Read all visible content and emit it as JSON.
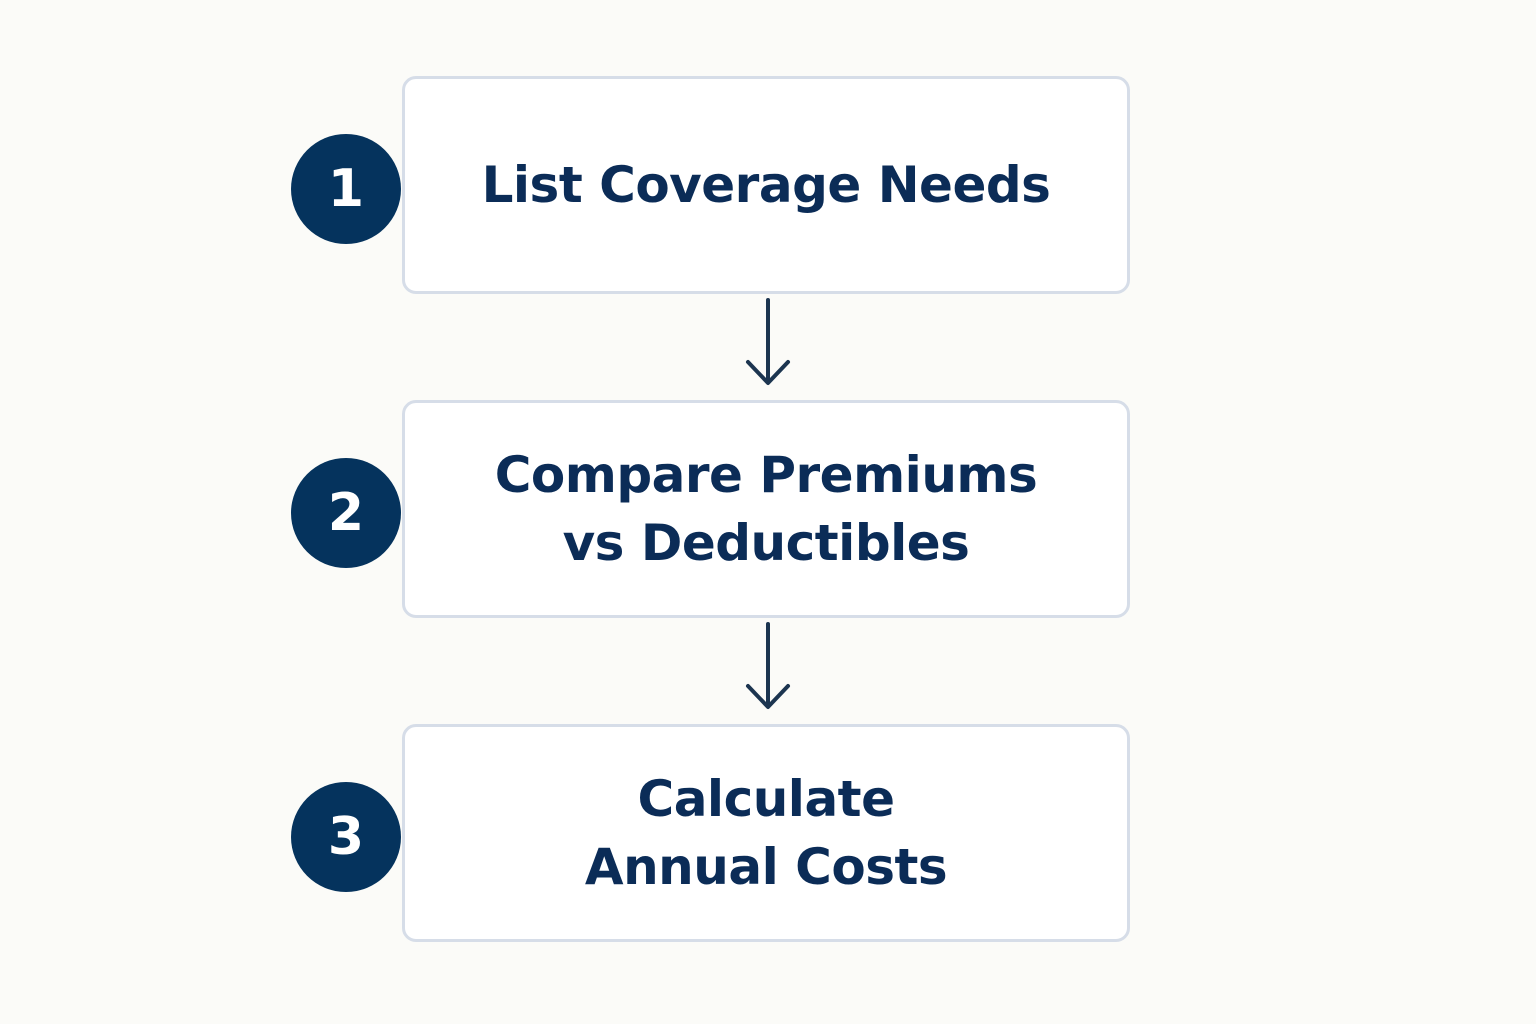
{
  "steps": [
    {
      "number": "1",
      "lines": [
        "List Coverage Needs"
      ]
    },
    {
      "number": "2",
      "lines": [
        "Compare Premiums",
        "vs Deductibles"
      ]
    },
    {
      "number": "3",
      "lines": [
        "Calculate",
        "Annual Costs"
      ]
    }
  ],
  "colors": {
    "accent": "#05335d",
    "text": "#0b2c57",
    "box_border": "#d6dde8",
    "background": "#fbfbf8"
  },
  "icons": [
    "arrow-down-icon"
  ]
}
